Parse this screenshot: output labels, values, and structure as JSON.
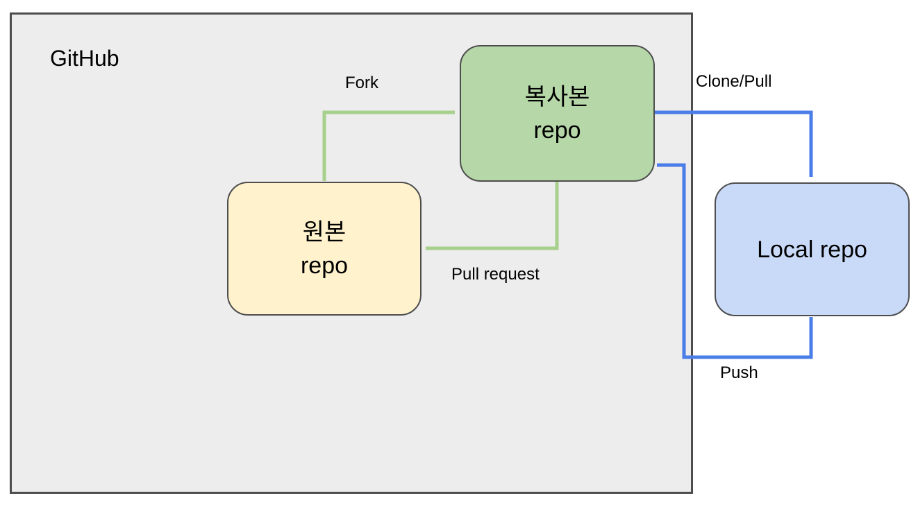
{
  "diagram": {
    "github_container": {
      "label": "GitHub",
      "fill": "#ededed",
      "border_color": "#4d4d4d"
    },
    "nodes": {
      "copy_repo": {
        "lines": [
          "복사본",
          "repo"
        ],
        "fill": "#b6d7a8",
        "border_color": "#4d4d4d"
      },
      "original_repo": {
        "lines": [
          "원본",
          "repo"
        ],
        "fill": "#fff2cc",
        "border_color": "#4d4d4d"
      },
      "local_repo": {
        "lines": [
          "Local repo"
        ],
        "fill": "#c9daf8",
        "border_color": "#4d4d4d"
      }
    },
    "edges": {
      "fork": {
        "label": "Fork",
        "color": "#a8d08d",
        "from": "original_repo",
        "to": "copy_repo"
      },
      "pull_request": {
        "label": "Pull request",
        "color": "#a8d08d",
        "from": "copy_repo",
        "to": "original_repo"
      },
      "clone_pull": {
        "label": "Clone/Pull",
        "color": "#4a7de8",
        "from": "copy_repo",
        "to": "local_repo"
      },
      "push": {
        "label": "Push",
        "color": "#4a7de8",
        "from": "local_repo",
        "to": "copy_repo"
      }
    }
  }
}
